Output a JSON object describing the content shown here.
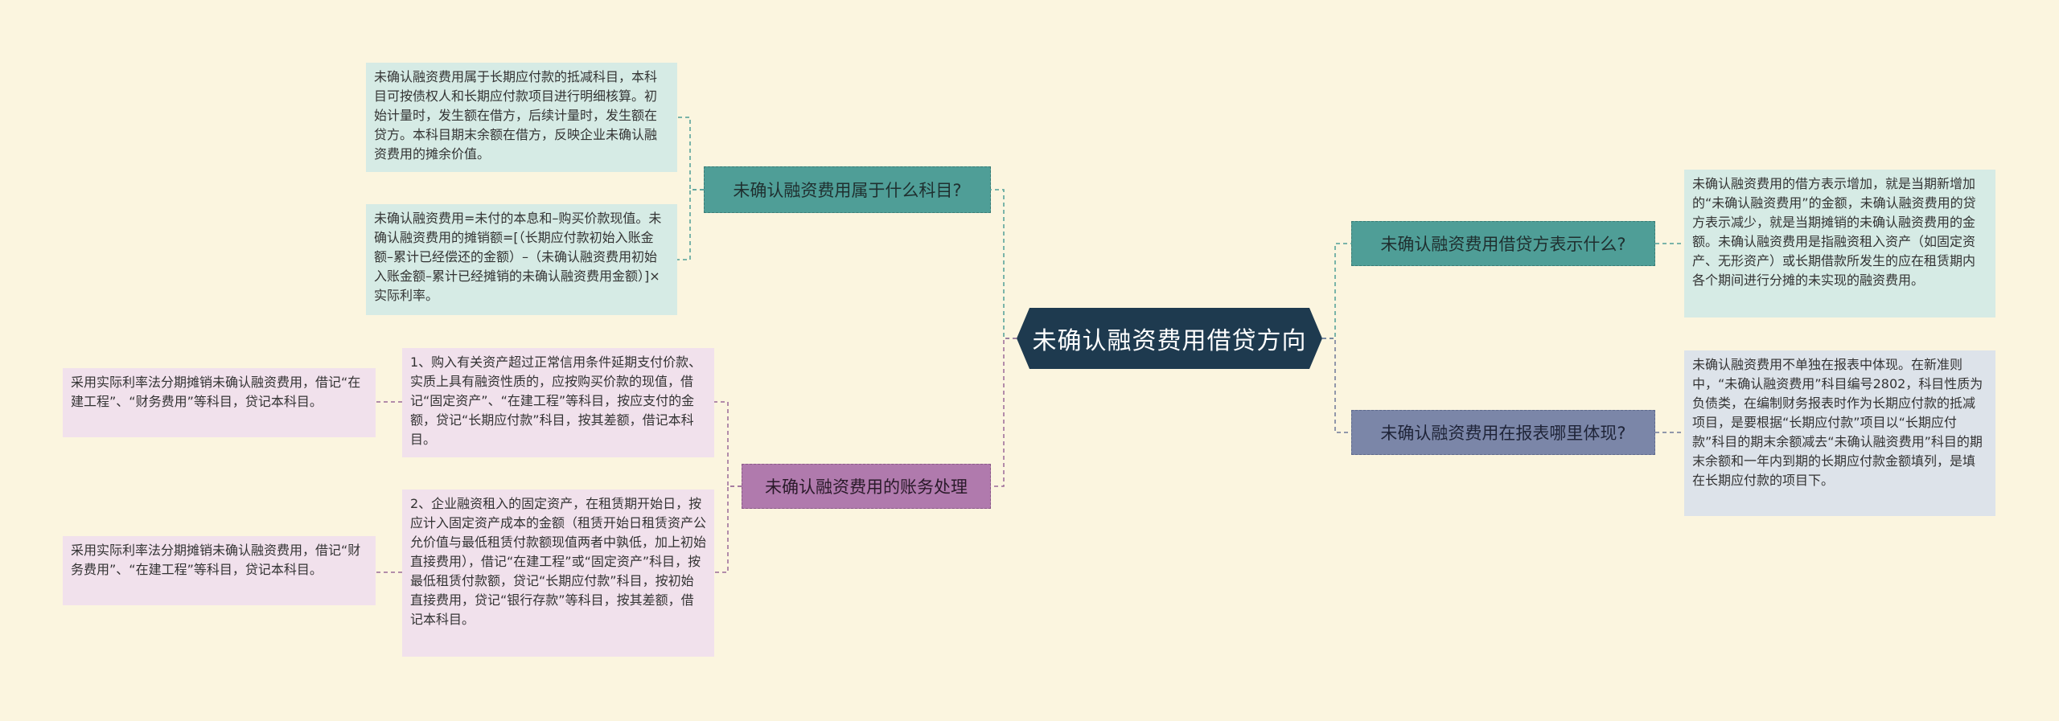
{
  "central": {
    "label": "未确认融资费用借贷方向"
  },
  "branches": {
    "subject": {
      "label": "未确认融资费用属于什么科目?"
    },
    "accounting": {
      "label": "未确认融资费用的账务处理"
    },
    "debit_credit": {
      "label": "未确认融资费用借贷方表示什么?"
    },
    "statement": {
      "label": "未确认融资费用在报表哪里体现?"
    }
  },
  "leaves": {
    "subject_1": "未确认融资费用属于长期应付款的抵减科目，本科目可按债权人和长期应付款项目进行明细核算。初始计量时，发生额在借方，后续计量时，发生额在贷方。本科目期末余额在借方，反映企业未确认融资费用的摊余价值。",
    "subject_2": "未确认融资费用=未付的本息和–购买价款现值。未确认融资费用的摊销额=[（长期应付款初始入账金额–累计已经偿还的金额）–（未确认融资费用初始入账金额–累计已经摊销的未确认融资费用金额）]×实际利率。",
    "accounting_1": "1、购入有关资产超过正常信用条件延期支付价款、实质上具有融资性质的，应按购买价款的现值，借记“固定资产”、“在建工程”等科目，按应支付的金额，贷记“长期应付款”科目，按其差额，借记本科目。",
    "accounting_1_sub": "采用实际利率法分期摊销未确认融资费用，借记“在建工程”、“财务费用”等科目，贷记本科目。",
    "accounting_2": "2、企业融资租入的固定资产，在租赁期开始日，按应计入固定资产成本的金额（租赁开始日租赁资产公允价值与最低租赁付款额现值两者中孰低，加上初始直接费用），借记“在建工程”或“固定资产”科目，按最低租赁付款额，贷记“长期应付款”科目，按初始直接费用，贷记“银行存款”等科目，按其差额，借记本科目。",
    "accounting_2_sub": "采用实际利率法分期摊销未确认融资费用，借记“财务费用”、“在建工程”等科目，贷记本科目。",
    "debit_credit_1": "未确认融资费用的借方表示增加，就是当期新增加的“未确认融资费用”的金额，未确认融资费用的贷方表示减少，就是当期摊销的未确认融资费用的金额。未确认融资费用是指融资租入资产（如固定资产、无形资产）或长期借款所发生的应在租赁期内各个期间进行分摊的未实现的融资费用。",
    "statement_1": "未确认融资费用不单独在报表中体现。在新准则中，“未确认融资费用”科目编号2802，科目性质为负债类，在编制财务报表时作为长期应付款的抵减项目，是要根据“长期应付款”项目以“长期应付款”科目的期末余额减去“未确认融资费用”科目的期末余额和一年内到期的长期应付款金额填列，是填在长期应付款的项目下。"
  },
  "colors": {
    "background": "#fbf5df",
    "central": "#1e3a4f",
    "teal": "#4f9e97",
    "purple": "#b07aad",
    "slate": "#7b86a8"
  }
}
